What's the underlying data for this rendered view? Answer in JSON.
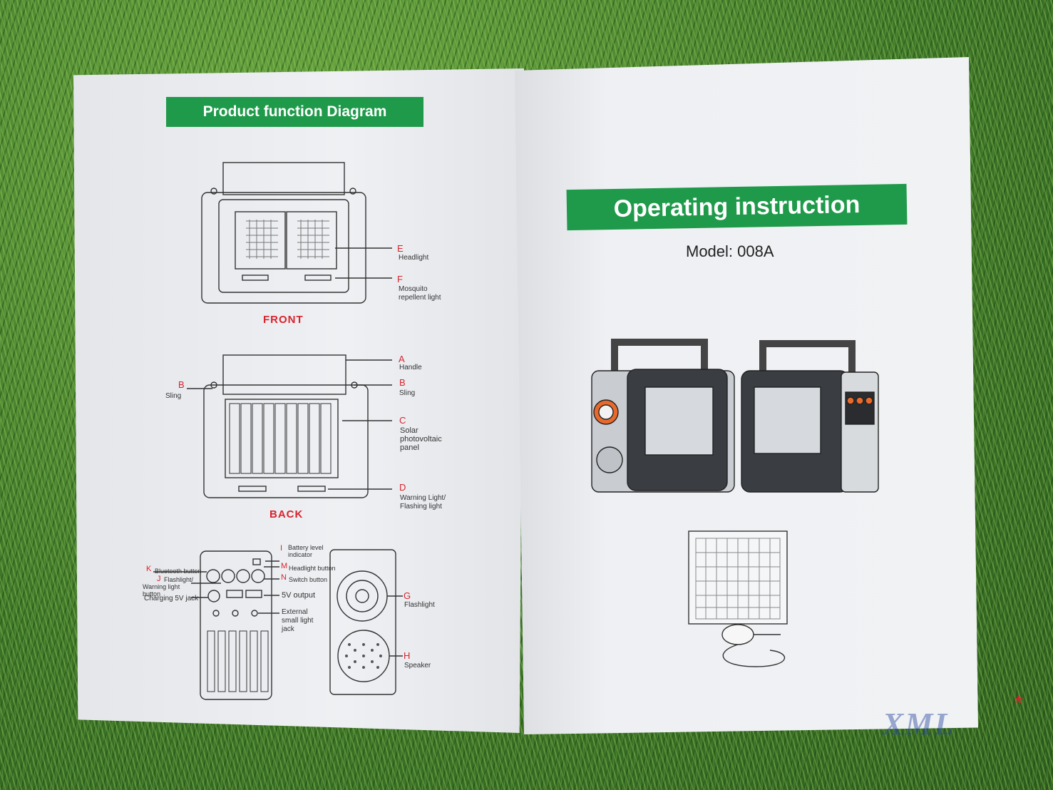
{
  "left_page": {
    "banner": "Product function Diagram",
    "front_caption": "FRONT",
    "back_caption": "BACK",
    "callouts": {
      "E_letter": "E",
      "E_text": "Headlight",
      "F_letter": "F",
      "F_text": "Mosquito repellent light",
      "A_letter": "A",
      "A_text": "Handle",
      "B_letter": "B",
      "B_text": "Sling",
      "B2_letter": "B",
      "B2_text": "Sling",
      "C_letter": "C",
      "C_text": "Solar photovoltaic panel",
      "D_letter": "D",
      "D_text": "Warning Light/ Flashing light",
      "I_letter": "I",
      "I_text": "Battery level indicator",
      "M_letter": "M",
      "M_text": "Headlight button",
      "N_letter": "N",
      "N_text": "Switch button",
      "K_letter": "K",
      "K_text": "Bluetooth button",
      "J_letter": "J",
      "J_text": "Flashlight/ Warning light button",
      "charging_text": "Charging 5V jack",
      "output_text": "5V output",
      "ext_text": "External small light jack",
      "G_letter": "G",
      "G_text": "Flashlight",
      "H_letter": "H",
      "H_text": "Speaker"
    }
  },
  "right_page": {
    "banner": "Operating instruction",
    "model": "Model: 008A"
  },
  "watermark": "XML",
  "colors": {
    "banner_green": "#1f9a4a",
    "callout_red": "#d8242d",
    "paper": "#eceef1"
  }
}
